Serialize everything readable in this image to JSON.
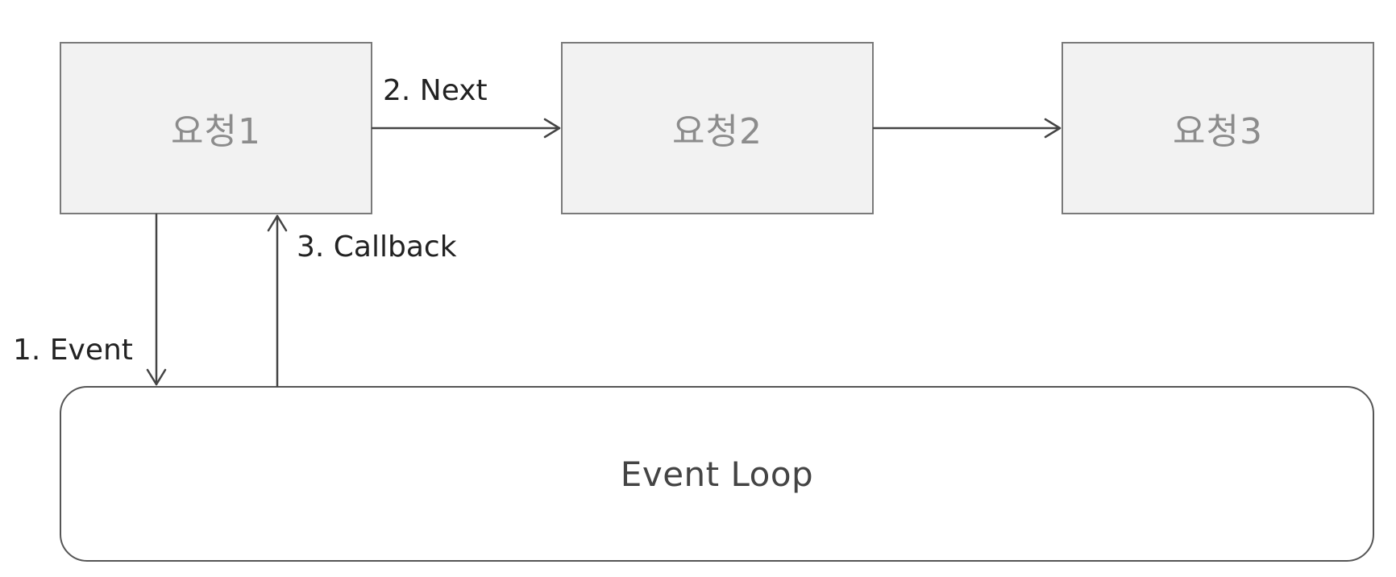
{
  "diagram": {
    "nodes": [
      {
        "id": "node-1",
        "label": "요청1"
      },
      {
        "id": "node-2",
        "label": "요청2"
      },
      {
        "id": "node-3",
        "label": "요청3"
      }
    ],
    "loop": {
      "label": "Event Loop"
    },
    "edges": {
      "next": "2. Next",
      "callback": "3. Callback",
      "event": "1. Event"
    },
    "colors": {
      "node_fill": "#f2f2f2",
      "node_border": "#7a7a7a",
      "node_text": "#8c8c8c",
      "arrow": "#444444",
      "text": "#222222"
    }
  }
}
